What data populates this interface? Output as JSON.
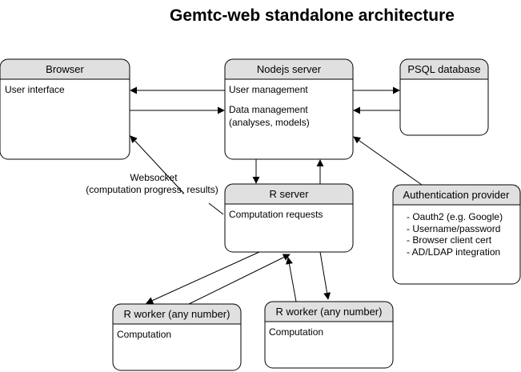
{
  "title": "Gemtc-web standalone architecture",
  "colors": {
    "header_fill": "#e0e0e0",
    "box_fill": "#ffffff",
    "stroke": "#000000"
  },
  "nodes": {
    "browser": {
      "header": "Browser",
      "body": [
        "User interface"
      ]
    },
    "nodejs": {
      "header": "Nodejs server",
      "body": [
        "User management",
        "Data management",
        "(analyses, models)"
      ]
    },
    "psql": {
      "header": "PSQL database",
      "body": []
    },
    "rserver": {
      "header": "R server",
      "body": [
        "Computation requests"
      ]
    },
    "auth": {
      "header": "Authentication provider",
      "body": [
        "- Oauth2 (e.g. Google)",
        "- Username/password",
        "- Browser client cert",
        "- AD/LDAP integration"
      ]
    },
    "rworker1": {
      "header": "R worker (any number)",
      "body": [
        "Computation"
      ]
    },
    "rworker2": {
      "header": "R worker (any number)",
      "body": [
        "Computation"
      ]
    }
  },
  "edge_labels": {
    "websocket_line1": "Websocket",
    "websocket_line2": "(computation progress, results)"
  }
}
